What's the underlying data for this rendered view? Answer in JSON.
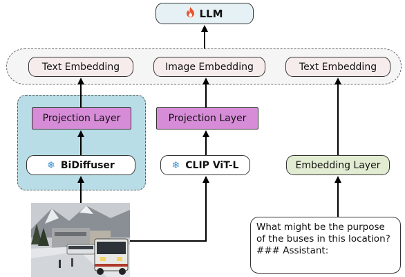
{
  "llm": {
    "label": "LLM",
    "icon": "fire-icon"
  },
  "embeddings": {
    "left": "Text Embedding",
    "middle": "Image Embedding",
    "right": "Text Embedding"
  },
  "projection": {
    "left": "Projection Layer",
    "middle": "Projection Layer"
  },
  "encoders": {
    "bidiffuser": "BiDiffuser",
    "clip": "CLIP ViT-L",
    "frozen_icon": "snowflake-icon"
  },
  "embedding_layer": "Embedding Layer",
  "prompt_text": "What might be the purpose of the buses in this location? ### Assistant:",
  "colors": {
    "llm_bg": "#e6f1f5",
    "embedding_bg": "#f7ecec",
    "projection_bg": "#d78cd8",
    "bidiffuser_group_bg": "#b9dde6",
    "embedding_layer_bg": "#e2ecd2",
    "snowflake": "#3d8fd1",
    "fire": "#e8542e"
  }
}
